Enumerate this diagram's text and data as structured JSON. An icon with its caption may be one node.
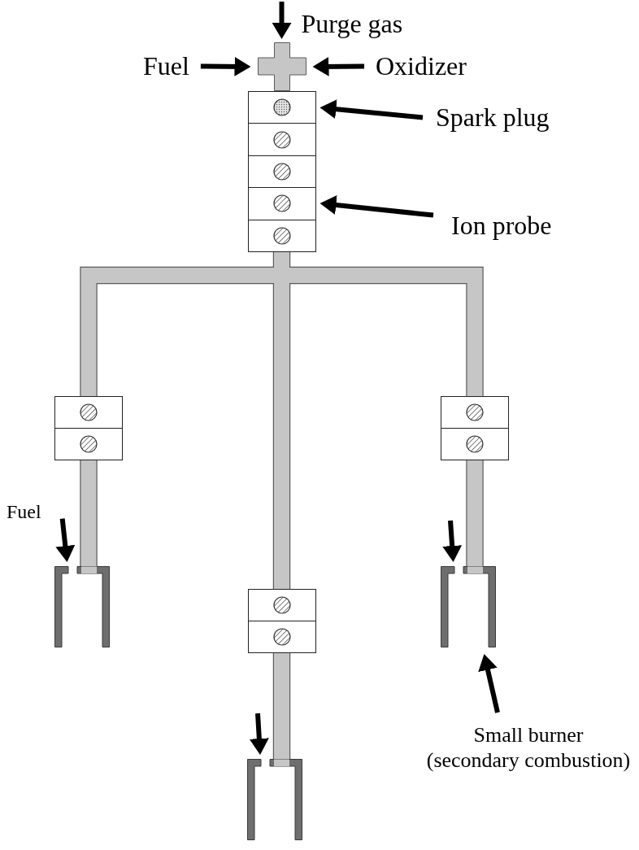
{
  "diagram": {
    "nodes": [
      {
        "text": [
          "Fuel"
        ]
      },
      {
        "text": [],
        "shape": "cross"
      },
      {
        "text": [
          "Oxidizer"
        ]
      },
      {
        "text": [],
        "shape": "box"
      },
      {
        "text": [],
        "shape": "box",
        "in": 3
      },
      {
        "text": [],
        "shape": "box",
        "in": 3
      },
      {
        "text": [],
        "shape": "box",
        "in": 3
      },
      {
        "text": [],
        "shape": "box",
        "in": 3
      },
      {
        "text": [],
        "shape": "box",
        "in": 3
      },
      {
        "text": [
          "Spark plug"
        ]
      },
      {
        "text": [
          "Ion probe"
        ]
      },
      {
        "text": [],
        "shape": "box"
      },
      {
        "text": [],
        "shape": "box",
        "in": 11
      },
      {
        "text": [],
        "shape": "box",
        "in": 11
      },
      {
        "text": [],
        "shape": "box"
      },
      {
        "text": [],
        "shape": "box",
        "in": 14
      },
      {
        "text": [],
        "shape": "box",
        "in": 14
      },
      {
        "text": [
          "Fuel"
        ]
      },
      {
        "text": [],
        "shape": "tube"
      },
      {
        "text": [],
        "shape": "tube"
      },
      {
        "text": [],
        "shape": "box"
      },
      {
        "text": [],
        "shape": "box",
        "in": 20
      },
      {
        "text": [],
        "shape": "box",
        "in": 20
      },
      {
        "text": [],
        "shape": "tube"
      },
      {
        "text": [
          "Small burner (secondary combustion)"
        ]
      }
    ],
    "edges": [
      {
        "from": null,
        "to": 1,
        "arrow": "to",
        "label": "Purge gas"
      },
      {
        "from": 0,
        "to": 1,
        "arrow": "to"
      },
      {
        "from": 2,
        "to": 1,
        "arrow": "to"
      },
      {
        "from": 9,
        "to": 4,
        "arrow": "to"
      },
      {
        "from": 10,
        "to": 7,
        "arrow": "to"
      },
      {
        "from": 3,
        "to": 11,
        "arrow": "none",
        "style": "thick",
        "color": "#c6c6c6"
      },
      {
        "from": 3,
        "to": 14,
        "arrow": "none",
        "style": "thick",
        "color": "#c6c6c6"
      },
      {
        "from": 3,
        "to": 20,
        "arrow": "none",
        "style": "thick",
        "color": "#c6c6c6"
      },
      {
        "from": 11,
        "to": 18,
        "arrow": "none",
        "style": "thick",
        "color": "#c6c6c6"
      },
      {
        "from": 14,
        "to": 19,
        "arrow": "none",
        "style": "thick",
        "color": "#c6c6c6"
      },
      {
        "from": 20,
        "to": 23,
        "arrow": "none",
        "style": "thick",
        "color": "#c6c6c6"
      },
      {
        "from": 17,
        "to": 18,
        "arrow": "to"
      },
      {
        "from": null,
        "to": 19,
        "arrow": "to"
      },
      {
        "from": null,
        "to": 23,
        "arrow": "to"
      },
      {
        "from": 24,
        "to": 19,
        "arrow": "to"
      }
    ]
  }
}
